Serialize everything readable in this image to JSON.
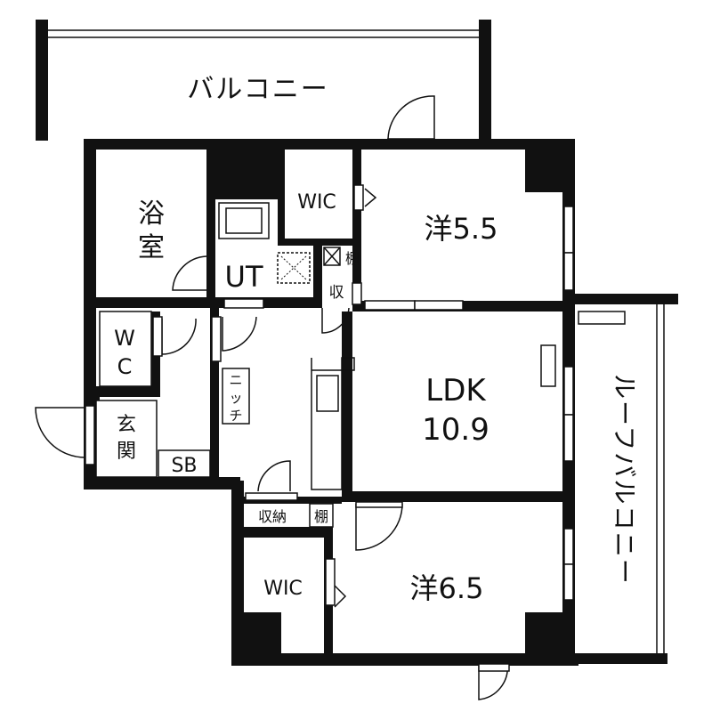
{
  "floorplan": {
    "rooms": {
      "balcony": "バルコニー",
      "roof_balcony": "ルーフバルコニー",
      "bath": [
        "浴",
        "室"
      ],
      "ut": "UT",
      "wic_top": "WIC",
      "western_55": "洋5.5",
      "shelf_top": "棚",
      "storage_small": "収",
      "wc": [
        "W",
        "C"
      ],
      "niche": [
        "ニ",
        "ッ",
        "チ"
      ],
      "ldk": [
        "LDK",
        "10.9"
      ],
      "entrance": [
        "玄",
        "関"
      ],
      "sb": "SB",
      "storage": "収納",
      "shelf_bottom": "棚",
      "wic_bottom": "WIC",
      "western_65": "洋6.5"
    }
  }
}
